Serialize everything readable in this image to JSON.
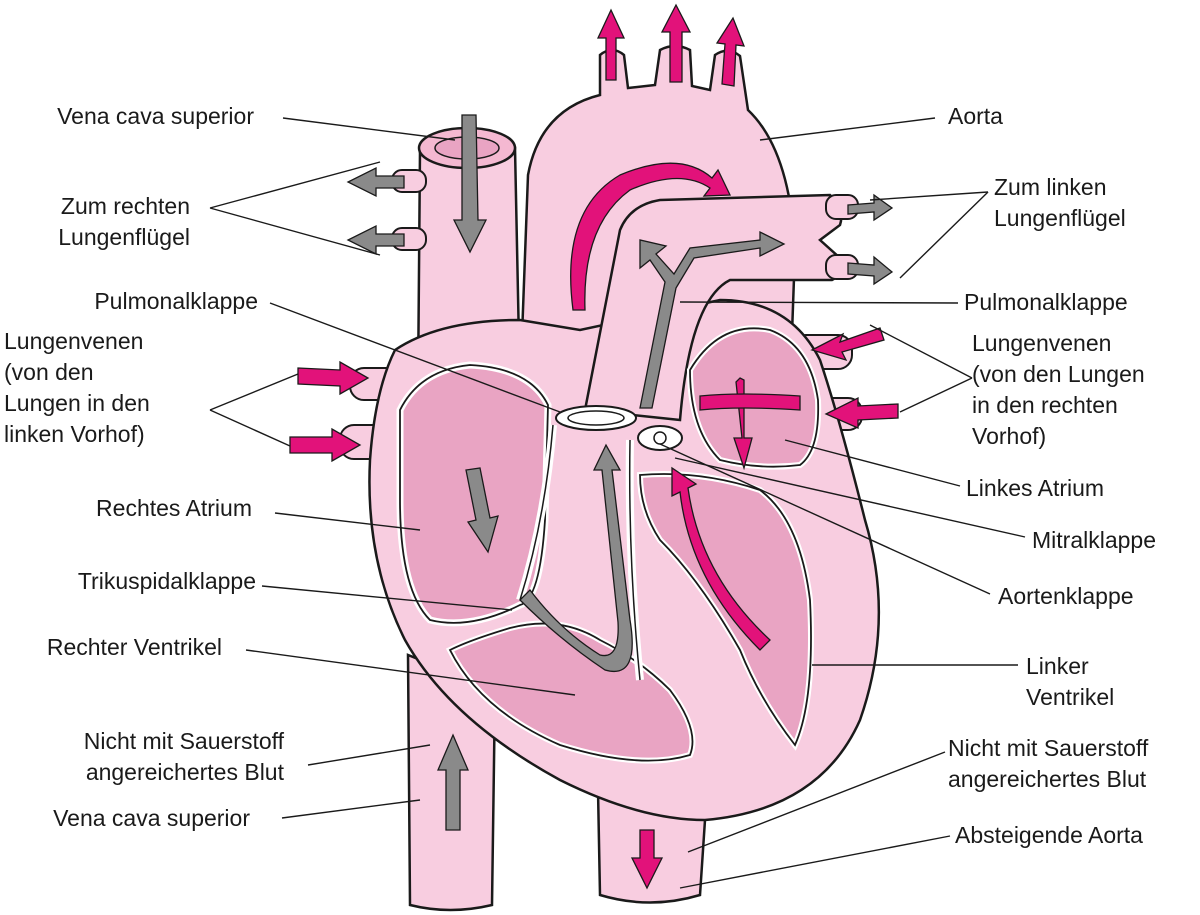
{
  "labels": {
    "vena_cava_superior_top": "Vena cava superior",
    "zum_rechten": [
      "Zum rechten",
      "Lungenflügel"
    ],
    "pulmonalklappe_left": "Pulmonalklappe",
    "lungenvenen_left": [
      "Lungenvenen",
      "(von den",
      "Lungen in den",
      "linken Vorhof)"
    ],
    "rechtes_atrium": "Rechtes Atrium",
    "trikuspidalklappe": "Trikuspidalklappe",
    "rechter_ventrikel": "Rechter Ventrikel",
    "nicht_sauerstoff_left": [
      "Nicht mit Sauerstoff",
      "angereichertes Blut"
    ],
    "vena_cava_superior_bottom": "Vena cava superior",
    "aorta": "Aorta",
    "zum_linken": [
      "Zum linken",
      "Lungenflügel"
    ],
    "pulmonalklappe_right": "Pulmonalklappe",
    "lungenvenen_right": [
      "Lungenvenen",
      "(von den Lungen",
      "in den rechten",
      "Vorhof)"
    ],
    "linkes_atrium": "Linkes Atrium",
    "mitralklappe": "Mitralklappe",
    "aortenklappe": "Aortenklappe",
    "linker_ventrikel": [
      "Linker",
      "Ventrikel"
    ],
    "nicht_sauerstoff_right": [
      "Nicht mit Sauerstoff",
      "angereichertes Blut"
    ],
    "absteigende_aorta": "Absteigende Aorta"
  },
  "colors": {
    "tissue_light": "#f8cde0",
    "tissue_mid": "#e9a4c3",
    "outline": "#1a1a1a",
    "oxygenated_arrow": "#e2127a",
    "deoxygenated_arrow": "#8a8a8a"
  },
  "icons": [
    "oxygenated-flow-arrow",
    "deoxygenated-flow-arrow"
  ]
}
